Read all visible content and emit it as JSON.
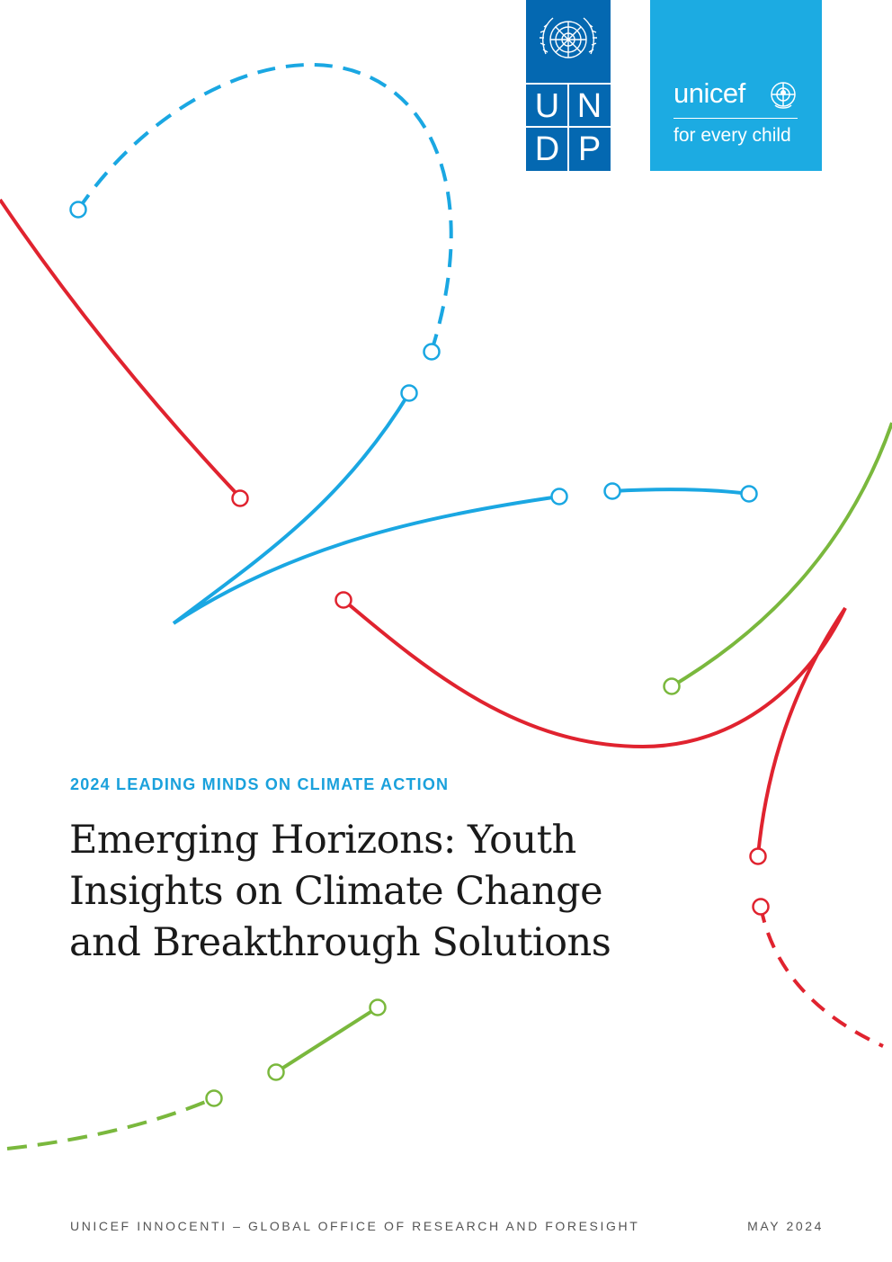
{
  "brand_colors": {
    "red": "#e0232f",
    "blue": "#1aa7e2",
    "green": "#7ab83d",
    "undp_blue": "#0468b1",
    "unicef_blue": "#1cabe2"
  },
  "logos": {
    "undp": {
      "letters": [
        "U",
        "N",
        "D",
        "P"
      ],
      "emblem": "un-emblem-icon"
    },
    "unicef": {
      "wordmark": "unicef",
      "tagline": "for every child",
      "emblem": "unicef-globe-icon"
    }
  },
  "cover": {
    "kicker": "2024 LEADING MINDS ON CLIMATE ACTION",
    "title_lines": [
      "Emerging Horizons: Youth",
      "Insights on Climate Change",
      "and Breakthrough Solutions"
    ]
  },
  "footer": {
    "publisher": "UNICEF INNOCENTI – GLOBAL OFFICE OF RESEARCH AND FORESIGHT",
    "date": "MAY 2024"
  }
}
